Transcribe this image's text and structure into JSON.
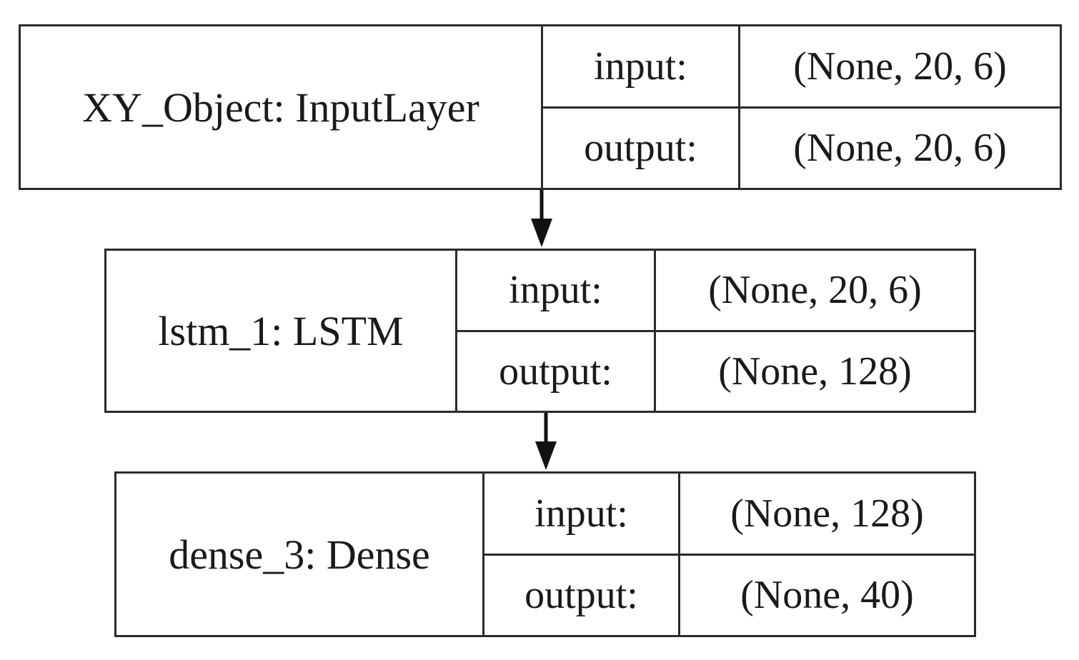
{
  "layers": [
    {
      "name": "XY_Object: InputLayer",
      "input_label": "input:",
      "output_label": "output:",
      "input_shape": "(None, 20, 6)",
      "output_shape": "(None, 20, 6)"
    },
    {
      "name": "lstm_1: LSTM",
      "input_label": "input:",
      "output_label": "output:",
      "input_shape": "(None, 20, 6)",
      "output_shape": "(None, 128)"
    },
    {
      "name": "dense_3: Dense",
      "input_label": "input:",
      "output_label": "output:",
      "input_shape": "(None, 128)",
      "output_shape": "(None, 40)"
    }
  ],
  "edges": [
    {
      "from": "XY_Object: InputLayer",
      "to": "lstm_1: LSTM"
    },
    {
      "from": "lstm_1: LSTM",
      "to": "dense_3: Dense"
    }
  ],
  "colors": {
    "stroke": "#2b2b2b",
    "text": "#1a1a1a",
    "background": "#ffffff"
  }
}
